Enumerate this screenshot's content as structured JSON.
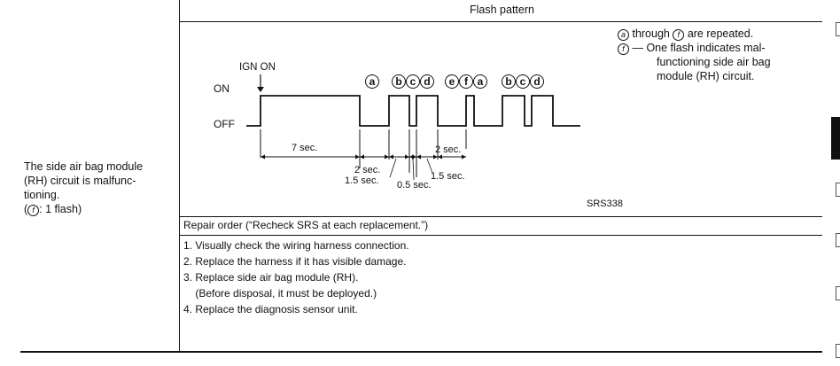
{
  "header": {
    "flash_pattern_title": "Flash pattern"
  },
  "condition": {
    "lines": [
      "The side air bag module",
      "(RH) circuit is malfunc-",
      "tioning."
    ],
    "flash_note_prefix": "(",
    "flash_note_symbol": "f",
    "flash_note_suffix": ": 1 flash)"
  },
  "diagram": {
    "ign_on_label": "IGN ON",
    "on_label": "ON",
    "off_label": "OFF",
    "sequence_labels": [
      "a",
      "b",
      "c",
      "d",
      "e",
      "f",
      "a",
      "b",
      "c",
      "d"
    ],
    "durations": {
      "initial": "7 sec.",
      "a": "2 sec.",
      "b": "1.5 sec.",
      "c": "0.5 sec.",
      "d": "1.5 sec.",
      "e": "2 sec."
    },
    "figure_id": "SRS338"
  },
  "notes": {
    "line1_symbol_start": "a",
    "line1_text_mid": " through ",
    "line1_symbol_end": "f",
    "line1_text_end": " are repeated.",
    "line2_symbol": "f",
    "line2_lines": [
      "— One flash indicates mal-",
      "functioning side air bag",
      "module (RH) circuit."
    ]
  },
  "repair": {
    "title": "Repair order (“Recheck SRS at each replacement.”)",
    "steps": [
      "1. Visually check the wiring harness connection.",
      "2. Replace the harness if it has visible damage.",
      "3. Replace side air bag module (RH).",
      "    (Before disposal, it must be deployed.)",
      "4. Replace the diagnosis sensor unit."
    ]
  }
}
